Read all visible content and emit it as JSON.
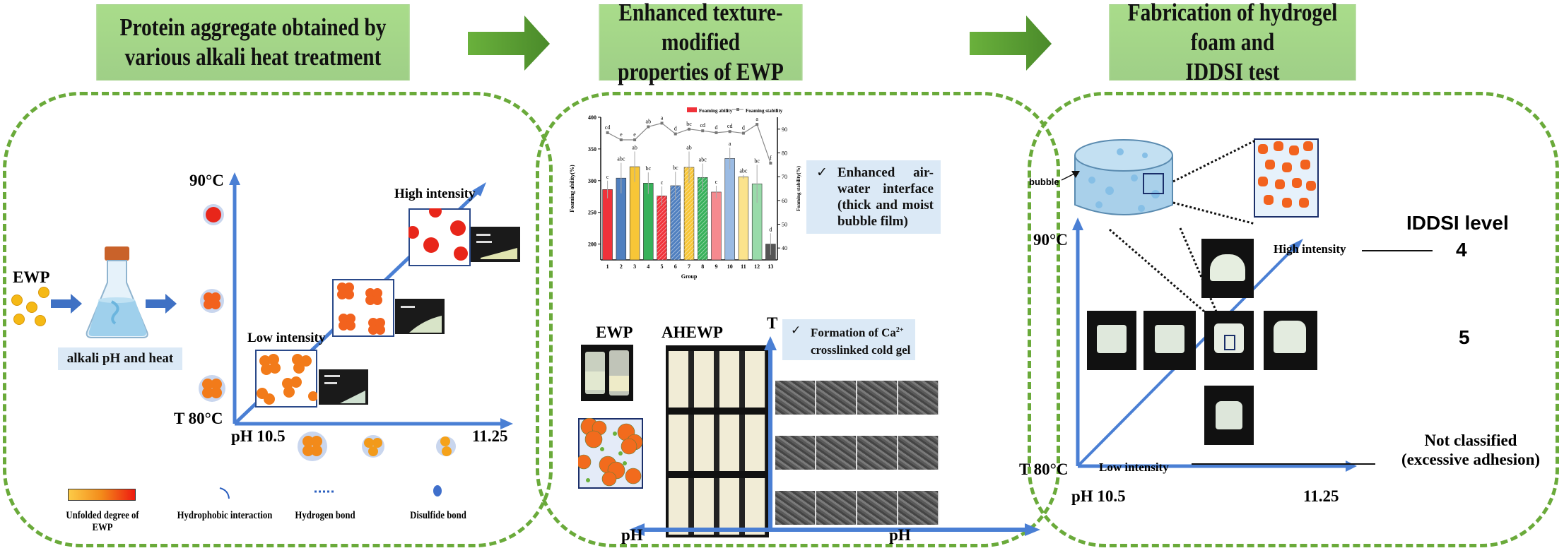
{
  "figure": {
    "titles": [
      {
        "line1": "Protein aggregate obtained by",
        "line2": "various alkali heat treatment"
      },
      {
        "line1": "Enhanced texture-modified",
        "line2": "properties of EWP"
      },
      {
        "line1": "Fabrication of hydrogel foam and",
        "line2": "IDDSI test"
      }
    ],
    "colors": {
      "title_bg": "#a5d58b",
      "panel_border": "#6aaa3a",
      "flow_arrow": "#5c9e33",
      "axis_blue": "#4a7fd4",
      "callout_bg": "#dbe9f6",
      "protein_orange": "#f26b1d",
      "protein_red": "#e8261a",
      "protein_yellow": "#f5b915"
    }
  },
  "panel1": {
    "ewp_label": "EWP",
    "process_label": "alkali pH and heat",
    "y_top_label": "90°C",
    "y_bottom_label": "T 80°C",
    "x_left_label": "pH 10.5",
    "x_right_label": "11.25",
    "low_label": "Low intensity",
    "high_label": "High intensity",
    "legend": [
      {
        "icon": "gradient-bar-icon",
        "label": "Unfolded degree of EWP"
      },
      {
        "icon": "arc-icon",
        "label": "Hydrophobic interaction"
      },
      {
        "icon": "dotted-line-icon",
        "label": "Hydrogen bond"
      },
      {
        "icon": "dot-icon",
        "label": "Disulfide bond"
      }
    ]
  },
  "panel2": {
    "callout_top": {
      "check": "✓",
      "text": "Enhanced air-water interface (thick and moist bubble film)"
    },
    "callout_bottom": {
      "check": "✓",
      "text_pre": "Formation of Ca",
      "sup": "2+",
      "text_post": "crosslinked cold gel"
    },
    "ewp_label": "EWP",
    "ahewp_label": "AHEWP",
    "t_label": "T",
    "ph_left": "pH",
    "ph_right": "pH"
  },
  "chart_data": {
    "type": "bar",
    "title": "",
    "xlabel": "Group",
    "ylabel": "Foaming ability(%)",
    "y2label": "Foaming stability(%)",
    "categories": [
      "1",
      "2",
      "3",
      "4",
      "5",
      "6",
      "7",
      "8",
      "9",
      "10",
      "11",
      "12",
      "13"
    ],
    "ylim": [
      175,
      400
    ],
    "y_ticks": [
      200,
      250,
      300,
      350,
      400
    ],
    "y2lim": [
      35,
      95
    ],
    "y2_ticks": [
      40,
      50,
      60,
      70,
      80,
      90
    ],
    "legend": [
      "Foaming ability",
      "Foaming stability"
    ],
    "legend_position": "top-right",
    "series": [
      {
        "name": "Foaming ability",
        "type": "bar",
        "values": [
          286,
          304,
          322,
          296,
          276,
          292,
          321,
          305,
          282,
          335,
          306,
          295,
          200
        ],
        "errors": [
          14,
          24,
          24,
          17,
          15,
          22,
          25,
          22,
          10,
          17,
          3,
          30,
          17
        ],
        "letters": [
          "c",
          "abc",
          "ab",
          "bc",
          "c",
          "bc",
          "ab",
          "abc",
          "c",
          "a",
          "abc",
          "bc",
          "d"
        ],
        "colors": [
          "#f0323a",
          "#4f7fbf",
          "#f7c637",
          "#37b15a",
          "#f0323a",
          "#4f7fbf",
          "#f7c637",
          "#37b15a",
          "#f58a8f",
          "#9bbbe3",
          "#fbe38c",
          "#99dbaa",
          "#555555"
        ],
        "hatched": [
          false,
          false,
          false,
          false,
          true,
          true,
          true,
          true,
          false,
          false,
          false,
          false,
          false
        ]
      },
      {
        "name": "Foaming stability",
        "type": "line",
        "axis": "right",
        "values": [
          88.5,
          85.5,
          85.5,
          91,
          92.5,
          88,
          90,
          89.3,
          88.5,
          89,
          88.3,
          92,
          75.7
        ],
        "letters": [
          "cd",
          "e",
          "e",
          "ab",
          "a",
          "d",
          "bc",
          "cd",
          "d",
          "cd",
          "d",
          "a",
          "f"
        ]
      }
    ]
  },
  "panel3": {
    "bubble_label": "bubble",
    "y_top_label": "90°C",
    "y_bottom_label": "T 80°C",
    "x_left_label": "pH 10.5",
    "x_right_label": "11.25",
    "low_label": "Low intensity",
    "high_label": "High intensity",
    "iddsi_title": "IDDSI level",
    "level_high": "4",
    "level_mid": "5",
    "not_classified_line1": "Not classified",
    "not_classified_line2": "(excessive adhesion)"
  }
}
